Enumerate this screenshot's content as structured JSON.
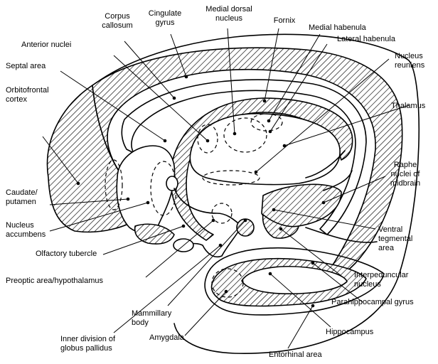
{
  "labels": {
    "corpus_callosum": [
      "Corpus",
      "callosum"
    ],
    "cingulate_gyrus": [
      "Cingulate",
      "gyrus"
    ],
    "medial_dorsal_nucleus": [
      "Medial dorsal",
      "nucleus"
    ],
    "fornix": [
      "Fornix"
    ],
    "medial_habenula": [
      "Medial habenula"
    ],
    "lateral_habenula": [
      "Lateral habenula"
    ],
    "nucleus_reuniens": [
      "Nucleus",
      "reuniens"
    ],
    "anterior_nuclei": [
      "Anterior nuclei"
    ],
    "septal_area": [
      "Septal area"
    ],
    "orbitofrontal_cortex": [
      "Orbitofrontal",
      "cortex"
    ],
    "thalamus": [
      "Thalamus"
    ],
    "raphe_nuclei": [
      "Raphe",
      "nuclei of",
      "midbrain"
    ],
    "caudate_putamen": [
      "Caudate/",
      "putamen"
    ],
    "nucleus_accumbens": [
      "Nucleus",
      "accumbens"
    ],
    "ventral_tegmental_area": [
      "Ventral",
      "tegmental",
      "area"
    ],
    "olfactory_tubercle": [
      "Olfactory tubercle"
    ],
    "interpeduncular_nucleus": [
      "Interpeduncular",
      "nucleus"
    ],
    "preoptic_area": [
      "Preoptic area/hypothalamus"
    ],
    "parahippocampal_gyrus": [
      "Parahippocampal gyrus"
    ],
    "mammillary_body": [
      "Mammillary",
      "body"
    ],
    "hippocampus": [
      "Hippocampus"
    ],
    "globus_pallidus": [
      "Inner division of",
      "globus pallidus"
    ],
    "amygdala": [
      "Amygdala"
    ],
    "entorhinal_area": [
      "Entorhinal area"
    ]
  }
}
